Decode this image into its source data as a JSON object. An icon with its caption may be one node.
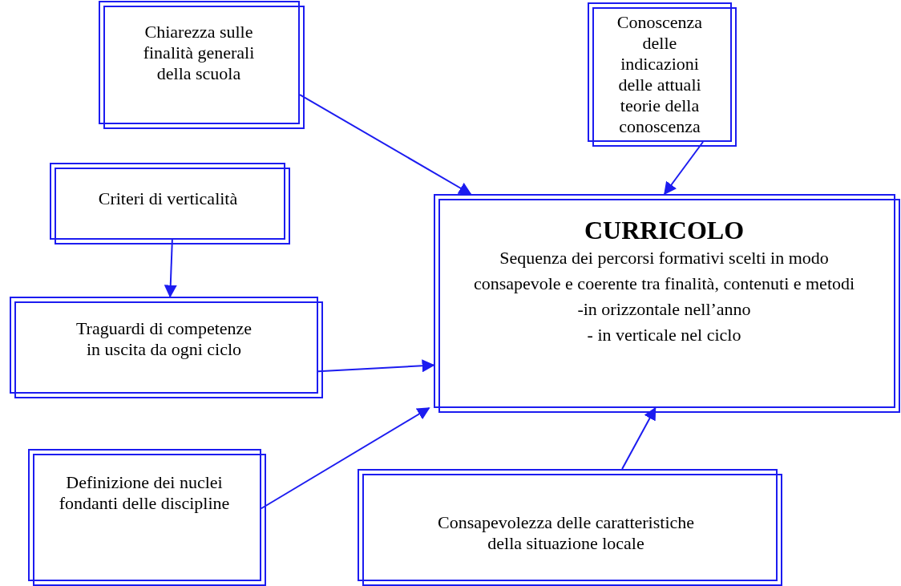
{
  "diagram": {
    "nodes": [
      {
        "text": [
          "Chiarezza sulle finalità generali della scuola"
        ]
      },
      {
        "text": [
          "Conoscenza delle indicazioni delle attuali teorie della conoscenza"
        ]
      },
      {
        "text": [
          "Criteri di verticalità"
        ]
      },
      {
        "text": [
          "Traguardi di competenze in uscita da ogni ciclo"
        ]
      },
      {
        "text": [
          "CURRICOLO",
          "Sequenza dei percorsi formativi scelti in modo consapevole e coerente tra finalità, contenuti e metodi",
          "-in orizzontale nell’anno",
          "- in verticale nel ciclo"
        ]
      },
      {
        "text": [
          "Definizione dei nuclei fondanti delle discipline"
        ]
      },
      {
        "text": [
          "Consapevolezza delle caratteristiche della situazione locale"
        ]
      }
    ],
    "edges": [
      {
        "from": 0,
        "to": 4,
        "arrow": "to"
      },
      {
        "from": 1,
        "to": 4,
        "arrow": "to"
      },
      {
        "from": 2,
        "to": 3,
        "arrow": "to"
      },
      {
        "from": 3,
        "to": 4,
        "arrow": "to"
      },
      {
        "from": 5,
        "to": 4,
        "arrow": "to"
      },
      {
        "from": 6,
        "to": 4,
        "arrow": "to"
      }
    ]
  }
}
